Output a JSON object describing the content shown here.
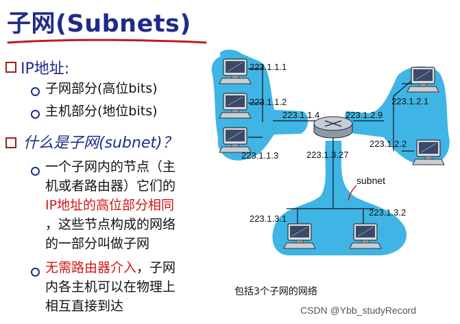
{
  "title": "子网(Subnets)",
  "bullets": {
    "b1_label": "IP地址:",
    "b1_sub1": "子网部分(高位bits)",
    "b1_sub2": "主机部分(地位bits)",
    "b2_label": "什么是子网(subnet)？",
    "b2_sub1_line1": "一个子网内的节点（主",
    "b2_sub1_line2": "机或者路由器）它们的",
    "b2_sub1_line3": "IP地址的高位部分相同",
    "b2_sub1_line4": "，这些节点构成的网络",
    "b2_sub1_line5": "的一部分叫做子网",
    "b2_sub2_line1_red": "无需路由器介入",
    "b2_sub2_line1_rest": "，子网",
    "b2_sub2_line2": "内各主机可以在物理上",
    "b2_sub2_line3": "相互直接到达"
  },
  "diagram": {
    "ips": {
      "h111": "223.1.1.1",
      "h112": "223.1.1.2",
      "r114": "223.1.1.4",
      "h113": "223.1.1.3",
      "r129": "223.1.2.9",
      "h121": "223.1.2.1",
      "h122": "223.1.2.2",
      "r1327": "223.1.3.27",
      "h131": "223.1.3.1",
      "h132": "223.1.3.2"
    },
    "subnet_label": "subnet",
    "caption": "包括3个子网的网络",
    "colors": {
      "subnet_fill": "#3fb5e6",
      "label_red": "#d21414"
    }
  },
  "watermark": "CSDN @Ybb_studyRecord",
  "colors": {
    "title": "#1f2a8a",
    "bullet_square": "#9e1b1b",
    "underline": "#c0191e"
  }
}
